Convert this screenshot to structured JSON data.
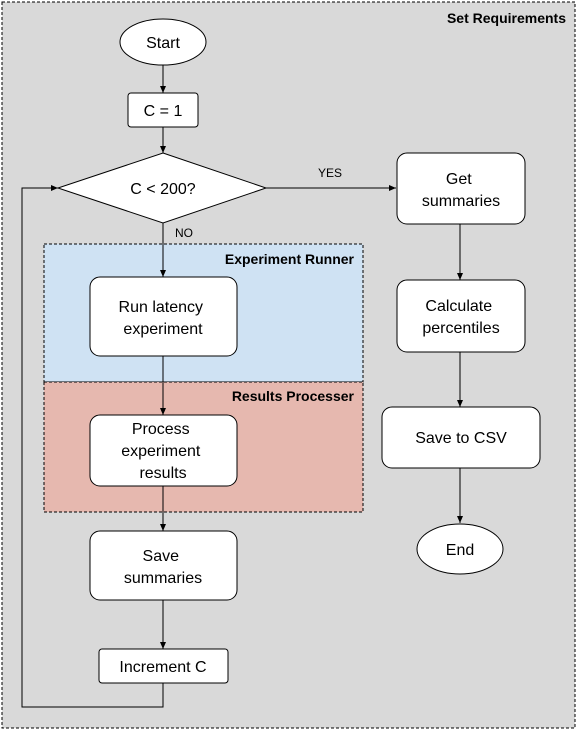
{
  "diagram": {
    "colors": {
      "canvas": "#d9d9d9",
      "experiment_runner_fill": "#cfe2f3",
      "results_processer_fill": "#e6b8af",
      "node_fill": "#ffffff",
      "stroke": "#000000"
    },
    "groups": {
      "set_requirements": {
        "title": "Set Requirements"
      },
      "experiment_runner": {
        "title": "Experiment Runner"
      },
      "results_processer": {
        "title": "Results Processer"
      }
    },
    "nodes": {
      "start": {
        "label": "Start"
      },
      "init": {
        "label": "C = 1"
      },
      "decision": {
        "label": "C < 200?"
      },
      "run": {
        "lines": [
          "Run latency",
          "experiment"
        ]
      },
      "process": {
        "lines": [
          "Process",
          "experiment",
          "results"
        ]
      },
      "save_summaries": {
        "lines": [
          "Save",
          "summaries"
        ]
      },
      "increment": {
        "label": "Increment C"
      },
      "get_summaries": {
        "lines": [
          "Get",
          "summaries"
        ]
      },
      "percentiles": {
        "lines": [
          "Calculate",
          "percentiles"
        ]
      },
      "csv": {
        "label": "Save to CSV"
      },
      "end": {
        "label": "End"
      }
    },
    "edges": {
      "yes": {
        "label": "YES"
      },
      "no": {
        "label": "NO"
      }
    }
  }
}
